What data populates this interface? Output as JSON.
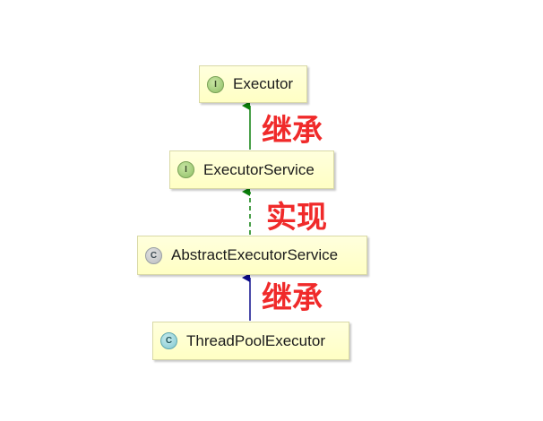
{
  "nodes": [
    {
      "name": "Executor",
      "kind": "I"
    },
    {
      "name": "ExecutorService",
      "kind": "I"
    },
    {
      "name": "AbstractExecutorService",
      "kind": "C"
    },
    {
      "name": "ThreadPoolExecutor",
      "kind": "C"
    }
  ],
  "relations": [
    {
      "label": "继承",
      "style": "solid",
      "color": "#0a7f0a"
    },
    {
      "label": "实现",
      "style": "dashed",
      "color": "#0a7f0a"
    },
    {
      "label": "继承",
      "style": "solid",
      "color": "#0c0c8a"
    }
  ],
  "colors": {
    "label_red": "#f02a2a",
    "node_fill": "#ffffcc",
    "node_border": "#d9d9a6",
    "interface_badge": "#8fbf66",
    "class_badge": "#7fc7cf"
  },
  "icons": {
    "interface": "interface-icon",
    "class": "class-icon",
    "abstract_class": "abstract-class-icon"
  }
}
